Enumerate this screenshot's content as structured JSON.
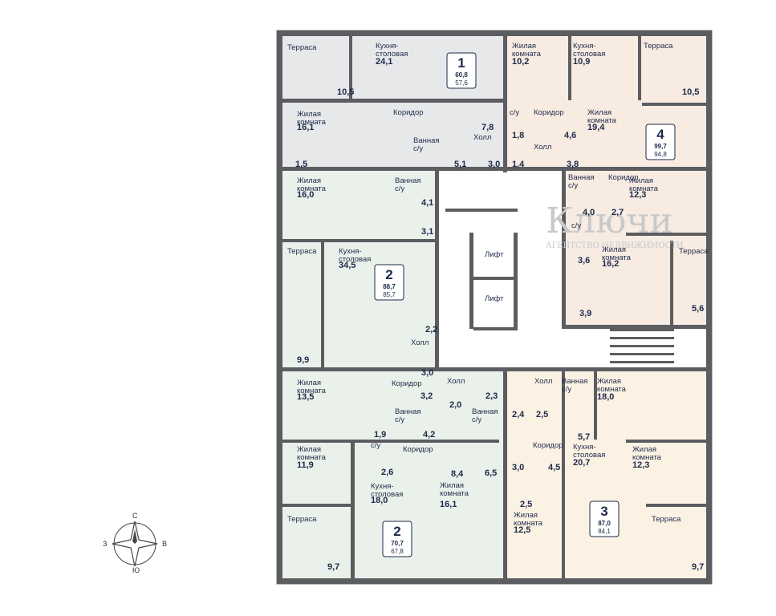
{
  "colors": {
    "apt1": "#e7e8ea",
    "apt2": "#eaf1ea",
    "apt3": "#fbf2e4",
    "apt4": "#f7ebe2",
    "wall": "#5b5d60",
    "text": "#1d2a4a"
  },
  "rooms": [
    {
      "id": "r1",
      "label": "Терраса",
      "area": "10,5"
    },
    {
      "id": "r2",
      "label": "Кухня-\nстоловая",
      "area": "24,1"
    },
    {
      "id": "r3",
      "label": "Жилая\nкомната",
      "area": "16,1"
    },
    {
      "id": "r4",
      "label": "Коридор",
      "area": "7,8"
    },
    {
      "id": "r5",
      "label": "Ванная\nс/у",
      "area": "5,1"
    },
    {
      "id": "r6",
      "label": "",
      "area": "1,5"
    },
    {
      "id": "r7",
      "label": "Холл",
      "area": "3,0"
    },
    {
      "id": "r8",
      "label": "Жилая\nкомната",
      "area": "10,2"
    },
    {
      "id": "r9",
      "label": "Кухня-\nстоловая",
      "area": "10,9"
    },
    {
      "id": "r10",
      "label": "Терраса",
      "area": "10,5"
    },
    {
      "id": "r11",
      "label": "с/у",
      "area": "1,8"
    },
    {
      "id": "r12",
      "label": "Коридор",
      "area": "4,6"
    },
    {
      "id": "r13",
      "label": "Жилая\nкомната",
      "area": "19,4"
    },
    {
      "id": "r14",
      "label": "Холл",
      "area": "1,4"
    },
    {
      "id": "r15",
      "label": "",
      "area": "3,8"
    },
    {
      "id": "r16",
      "label": "Жилая\nкомната",
      "area": "16,0"
    },
    {
      "id": "r17",
      "label": "Ванная\nс/у",
      "area": "4,1"
    },
    {
      "id": "r18",
      "label": "",
      "area": "3,1"
    },
    {
      "id": "r19",
      "label": "Ванная\nс/у",
      "area": "4,0"
    },
    {
      "id": "r20",
      "label": "Коридор",
      "area": "2,7"
    },
    {
      "id": "r21",
      "label": "Жилая\nкомната",
      "area": "12,3"
    },
    {
      "id": "r22",
      "label": "Терраса",
      "area": "9,9"
    },
    {
      "id": "r23",
      "label": "Кухня-\nстоловая",
      "area": "34,5"
    },
    {
      "id": "r24",
      "label": "Холл",
      "area": "2,2"
    },
    {
      "id": "r25",
      "label": "",
      "area": "3,0"
    },
    {
      "id": "r26",
      "label": "с/у",
      "area": "3,6"
    },
    {
      "id": "r27",
      "label": "Жилая\nкомната",
      "area": "16,2"
    },
    {
      "id": "r28",
      "label": "Терраса",
      "area": "5,6"
    },
    {
      "id": "r29",
      "label": "",
      "area": "3,9"
    },
    {
      "id": "r30",
      "label": "Жилая\nкомната",
      "area": "13,5"
    },
    {
      "id": "r31",
      "label": "Коридор",
      "area": "3,2"
    },
    {
      "id": "r32",
      "label": "",
      "area": "1,9"
    },
    {
      "id": "r33",
      "label": "Ванная\nс/у",
      "area": "4,2"
    },
    {
      "id": "r34",
      "label": "Холл",
      "area": "2,0"
    },
    {
      "id": "r35",
      "label": "",
      "area": "2,3"
    },
    {
      "id": "r36",
      "label": "Ванная\nс/у",
      "area": "8,4"
    },
    {
      "id": "r37",
      "label": "Жилая\nкомната",
      "area": "11,9"
    },
    {
      "id": "r38",
      "label": "с/у",
      "area": "2,6"
    },
    {
      "id": "r39",
      "label": "Коридор",
      "area": "6,5"
    },
    {
      "id": "r40",
      "label": "Кухня-\nстоловая",
      "area": "18,0"
    },
    {
      "id": "r41",
      "label": "Жилая\nкомната",
      "area": "16,1"
    },
    {
      "id": "r42",
      "label": "Терраса",
      "area": "9,7"
    },
    {
      "id": "r43",
      "label": "Холл",
      "area": "2,4"
    },
    {
      "id": "r44",
      "label": "Ванная\nс/у",
      "area": "2,5"
    },
    {
      "id": "r45",
      "label": "Жилая\nкомната",
      "area": "18,0"
    },
    {
      "id": "r46",
      "label": "",
      "area": "5,7"
    },
    {
      "id": "r47",
      "label": "Коридор",
      "area": "3,0"
    },
    {
      "id": "r48",
      "label": "Кухня-\nстоловая",
      "area": "20,7"
    },
    {
      "id": "r49",
      "label": "",
      "area": "4,5"
    },
    {
      "id": "r50",
      "label": "Жилая\nкомната",
      "area": "12,3"
    },
    {
      "id": "r51",
      "label": "",
      "area": "2,5"
    },
    {
      "id": "r52",
      "label": "Жилая\nкомната",
      "area": "12,5"
    },
    {
      "id": "r53",
      "label": "Терраса",
      "area": "9,7"
    }
  ],
  "apartments": [
    {
      "id": "apt1",
      "number": "1",
      "total": "60,8",
      "living": "57,6"
    },
    {
      "id": "apt2a",
      "number": "2",
      "total": "88,7",
      "living": "85,7"
    },
    {
      "id": "apt4",
      "number": "4",
      "total": "99,7",
      "living": "94,8"
    },
    {
      "id": "apt2b",
      "number": "2",
      "total": "70,7",
      "living": "67,8"
    },
    {
      "id": "apt3",
      "number": "3",
      "total": "87,0",
      "living": "84,1"
    }
  ],
  "common": {
    "lift1": "Лифт",
    "lift2": "Лифт"
  },
  "compass": {
    "n": "С",
    "s": "Ю",
    "w": "З",
    "e": "В"
  },
  "watermark": {
    "brand": "Ключи",
    "tagline": "АГЕНТСТВО НЕДВИЖИМОСТИ"
  }
}
